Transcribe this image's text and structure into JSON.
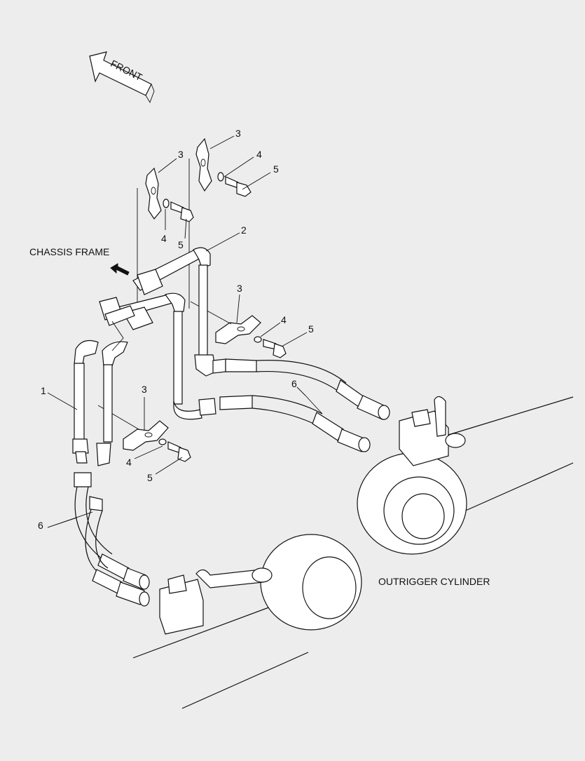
{
  "labels": {
    "front": "FRONT",
    "chassis_frame": "CHASSIS FRAME",
    "outrigger_cylinder": "OUTRIGGER CYLINDER"
  },
  "callouts": {
    "c1": "1",
    "c2": "2",
    "c3a": "3",
    "c3b": "3",
    "c3c": "3",
    "c3d": "3",
    "c4a": "4",
    "c4b": "4",
    "c4c": "4",
    "c4d": "4",
    "c5a": "5",
    "c5b": "5",
    "c5c": "5",
    "c5d": "5",
    "c6a": "6",
    "c6b": "6"
  },
  "colors": {
    "background": "#ededed",
    "line": "#111111",
    "part_fill": "#ffffff"
  }
}
